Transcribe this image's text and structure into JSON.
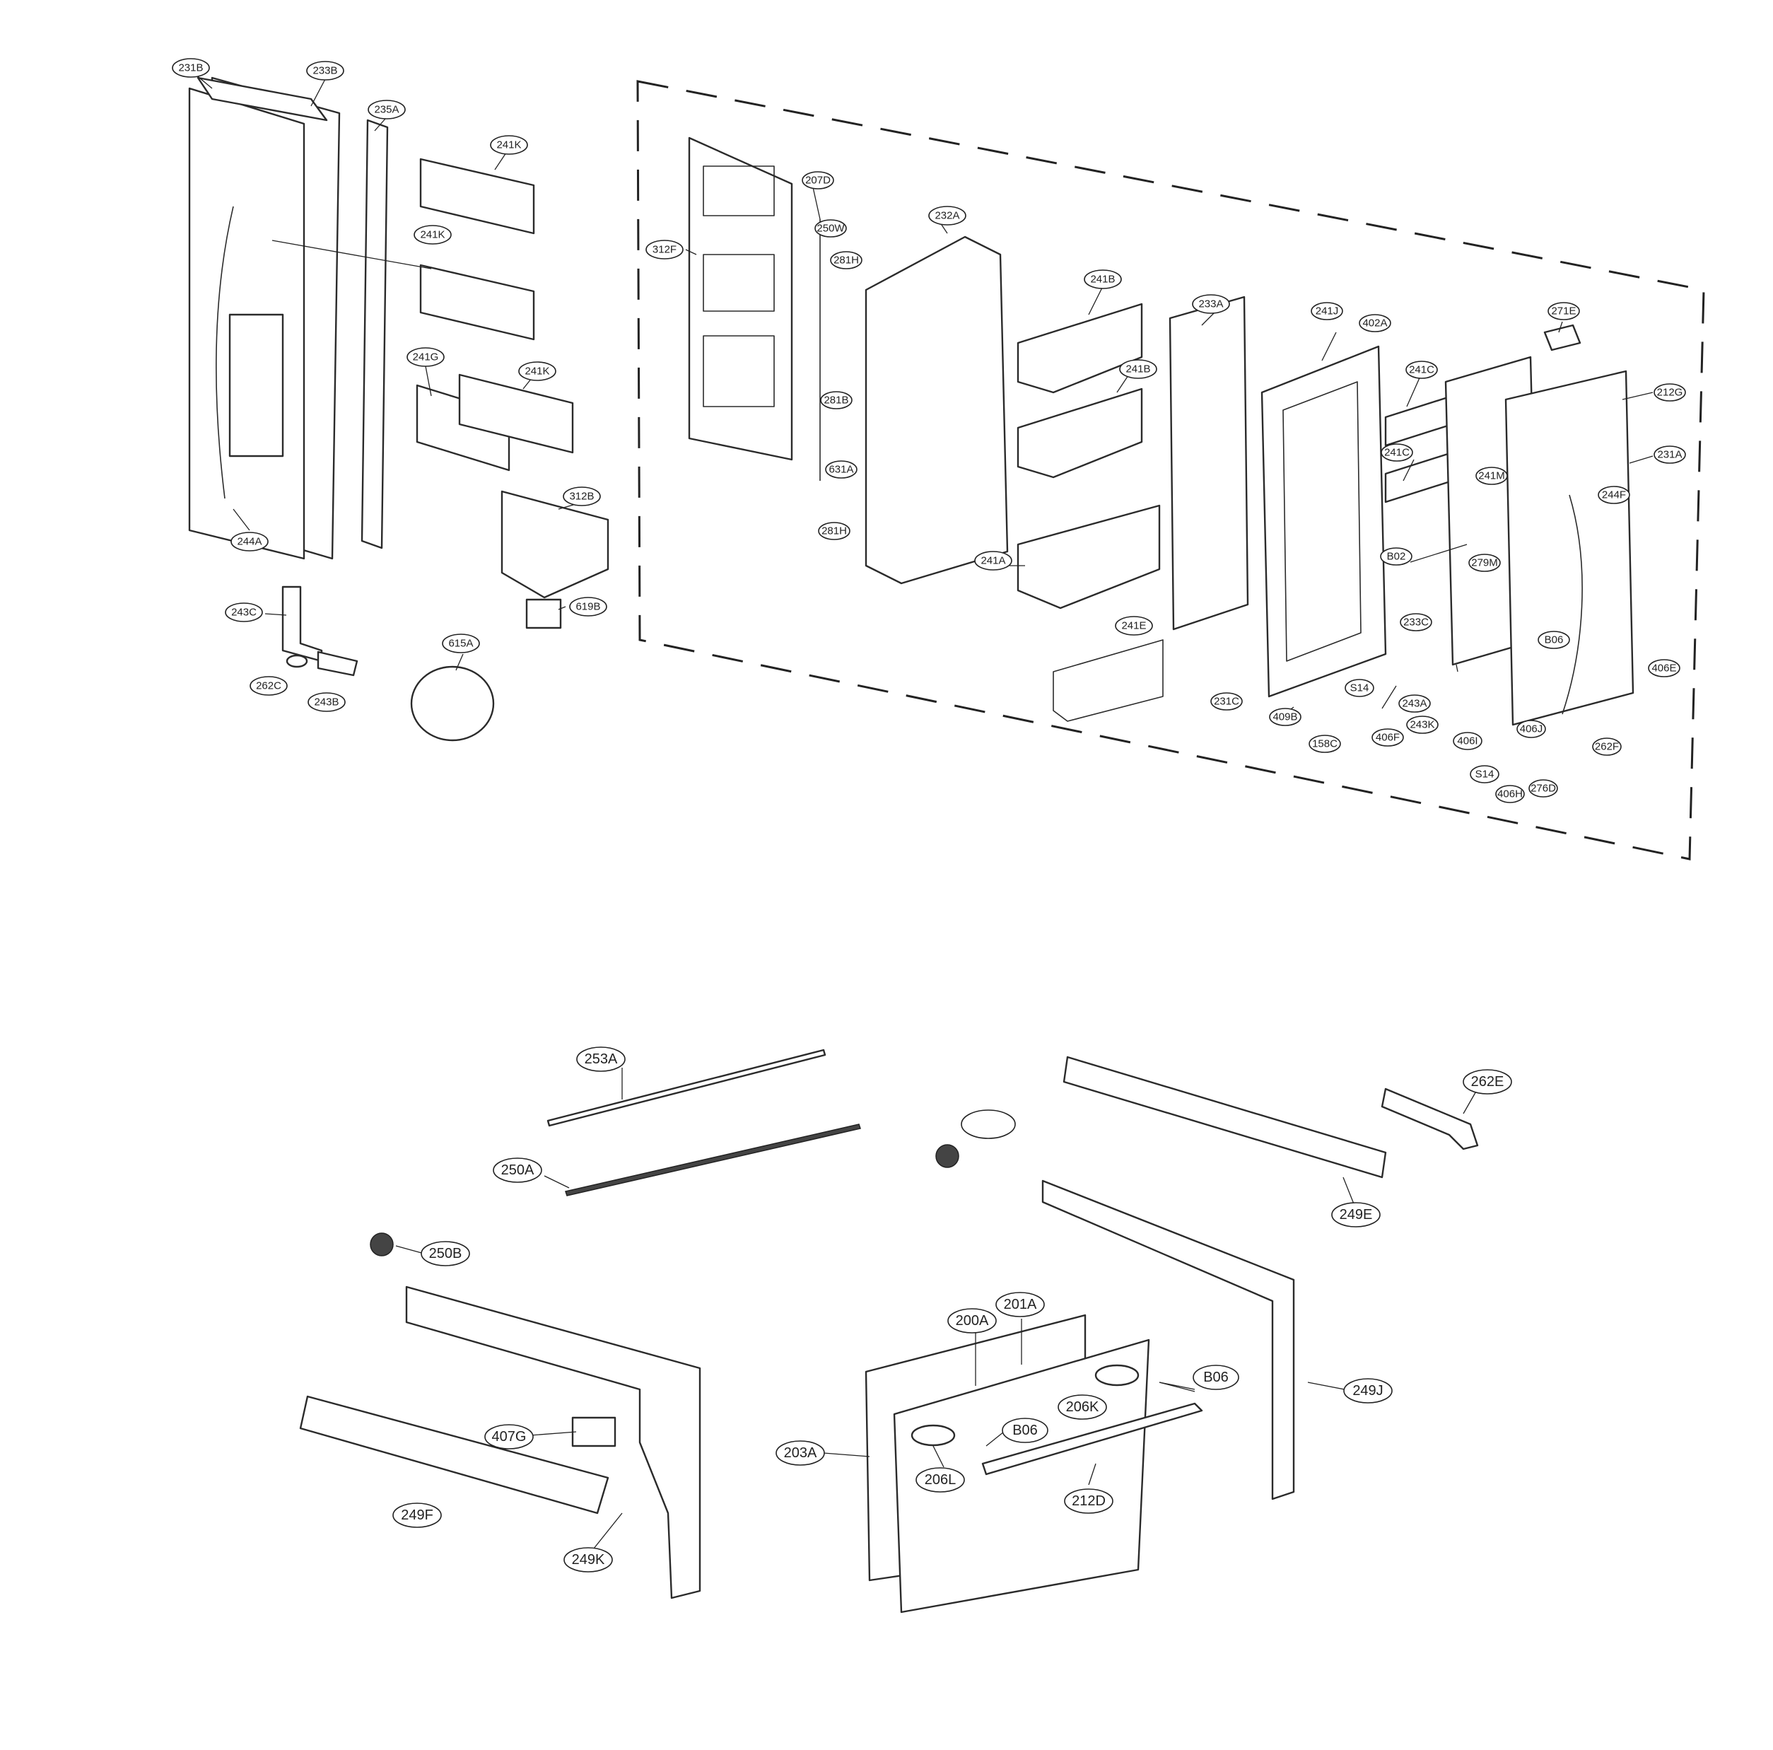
{
  "callouts_top": [
    {
      "id": "c-231b",
      "label": "231B"
    },
    {
      "id": "c-233b",
      "label": "233B"
    },
    {
      "id": "c-235a",
      "label": "235A"
    },
    {
      "id": "c-241k-1",
      "label": "241K"
    },
    {
      "id": "c-241k-2",
      "label": "241K"
    },
    {
      "id": "c-241g",
      "label": "241G"
    },
    {
      "id": "c-241k-3",
      "label": "241K"
    },
    {
      "id": "c-312b",
      "label": "312B"
    },
    {
      "id": "c-244a",
      "label": "244A"
    },
    {
      "id": "c-243c",
      "label": "243C"
    },
    {
      "id": "c-262c",
      "label": "262C"
    },
    {
      "id": "c-243b",
      "label": "243B"
    },
    {
      "id": "c-615a",
      "label": "615A"
    },
    {
      "id": "c-619b",
      "label": "619B"
    },
    {
      "id": "c-312f",
      "label": "312F"
    },
    {
      "id": "c-207d",
      "label": "207D"
    },
    {
      "id": "c-250w",
      "label": "250W"
    },
    {
      "id": "c-281h-1",
      "label": "281H"
    },
    {
      "id": "c-281b",
      "label": "281B"
    },
    {
      "id": "c-631a",
      "label": "631A"
    },
    {
      "id": "c-281h-2",
      "label": "281H"
    },
    {
      "id": "c-232a",
      "label": "232A"
    },
    {
      "id": "c-241b-1",
      "label": "241B"
    },
    {
      "id": "c-241b-2",
      "label": "241B"
    },
    {
      "id": "c-241a",
      "label": "241A"
    },
    {
      "id": "c-241e",
      "label": "241E"
    },
    {
      "id": "c-233a",
      "label": "233A"
    },
    {
      "id": "c-241j",
      "label": "241J"
    },
    {
      "id": "c-402a",
      "label": "402A"
    },
    {
      "id": "c-241c-1",
      "label": "241C"
    },
    {
      "id": "c-241c-2",
      "label": "241C"
    },
    {
      "id": "c-271e",
      "label": "271E"
    },
    {
      "id": "c-212g",
      "label": "212G"
    },
    {
      "id": "c-231a",
      "label": "231A"
    },
    {
      "id": "c-241m",
      "label": "241M"
    },
    {
      "id": "c-244f",
      "label": "244F"
    },
    {
      "id": "c-b02",
      "label": "B02"
    },
    {
      "id": "c-279m",
      "label": "279M"
    },
    {
      "id": "c-233c",
      "label": "233C"
    },
    {
      "id": "c-b06-top",
      "label": "B06"
    },
    {
      "id": "c-406e",
      "label": "406E"
    },
    {
      "id": "c-s14-1",
      "label": "S14"
    },
    {
      "id": "c-243a",
      "label": "243A"
    },
    {
      "id": "c-243k",
      "label": "243K"
    },
    {
      "id": "c-231c",
      "label": "231C"
    },
    {
      "id": "c-409b",
      "label": "409B"
    },
    {
      "id": "c-158c",
      "label": "158C"
    },
    {
      "id": "c-406f",
      "label": "406F"
    },
    {
      "id": "c-406i",
      "label": "406I"
    },
    {
      "id": "c-406j",
      "label": "406J"
    },
    {
      "id": "c-s14-2",
      "label": "S14"
    },
    {
      "id": "c-406h",
      "label": "406H"
    },
    {
      "id": "c-276d",
      "label": "276D"
    },
    {
      "id": "c-262f",
      "label": "262F"
    }
  ],
  "callouts_bottom": [
    {
      "id": "c-253a",
      "label": "253A"
    },
    {
      "id": "c-250a",
      "label": "250A"
    },
    {
      "id": "c-blank",
      "label": ""
    },
    {
      "id": "c-262e",
      "label": "262E"
    },
    {
      "id": "c-249e",
      "label": "249E"
    },
    {
      "id": "c-250b",
      "label": "250B"
    },
    {
      "id": "c-200a",
      "label": "200A"
    },
    {
      "id": "c-201a",
      "label": "201A"
    },
    {
      "id": "c-b06-1",
      "label": "B06"
    },
    {
      "id": "c-206k",
      "label": "206K"
    },
    {
      "id": "c-249j",
      "label": "249J"
    },
    {
      "id": "c-407g",
      "label": "407G"
    },
    {
      "id": "c-b06-2",
      "label": "B06"
    },
    {
      "id": "c-203a",
      "label": "203A"
    },
    {
      "id": "c-206l",
      "label": "206L"
    },
    {
      "id": "c-212d",
      "label": "212D"
    },
    {
      "id": "c-249f",
      "label": "249F"
    },
    {
      "id": "c-249k",
      "label": "249K"
    }
  ]
}
